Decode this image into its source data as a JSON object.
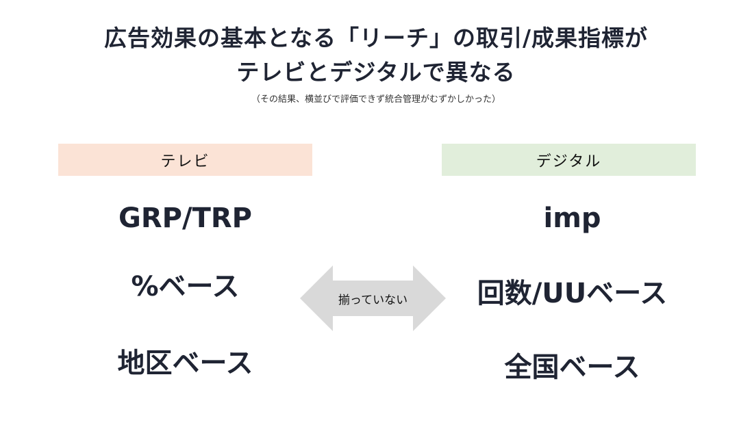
{
  "title": {
    "line1": "広告効果の基本となる「リーチ」の取引/成果指標が",
    "line2": "テレビとデジタルで異なる",
    "subtitle": "（その結果、横並びで評価できず統合管理がむずかしかった）"
  },
  "tv": {
    "header": "テレビ",
    "items": [
      "GRP/TRP",
      "%ベース",
      "地区ベース"
    ]
  },
  "digital": {
    "header": "デジタル",
    "items": [
      "imp",
      "回数/UUベース",
      "全国ベース"
    ]
  },
  "arrow": {
    "label": "揃っていない",
    "color": "#d9d9d9"
  },
  "colors": {
    "tv_header_bg": "#fbe3d6",
    "digital_header_bg": "#e1eedb",
    "text": "#1f2433"
  }
}
